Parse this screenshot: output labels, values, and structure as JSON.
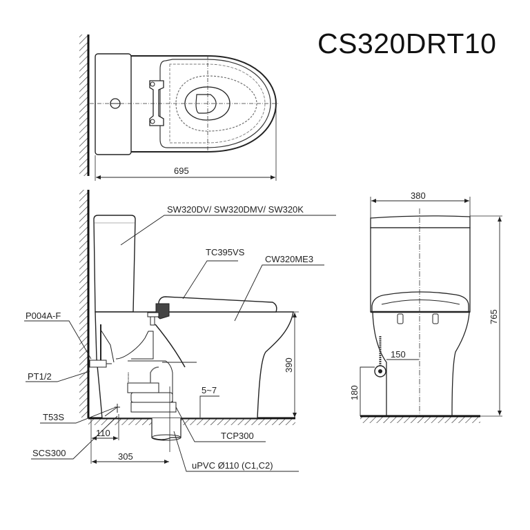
{
  "title": "CS320DRT10",
  "top_view": {
    "dimensions": {
      "length": "695"
    }
  },
  "side_view": {
    "labels": {
      "tank": "SW320DV/ SW320DMV/ SW320K",
      "seat": "TC395VS",
      "bowl": "CW320ME3",
      "valve": "P004A-F",
      "thread": "PT1/2",
      "supply": "T53S",
      "screw": "SCS300",
      "flange": "TCP300",
      "pipe": "uPVC Ø110 (C1,C2)"
    },
    "dimensions": {
      "seat_height": "390",
      "gap": "5~7",
      "supply_offset": "110",
      "rough_in": "305"
    }
  },
  "front_view": {
    "dimensions": {
      "width": "380",
      "height": "765",
      "supply_horizontal": "150",
      "supply_height": "180"
    }
  },
  "colors": {
    "line": "#222222",
    "background": "#ffffff"
  }
}
